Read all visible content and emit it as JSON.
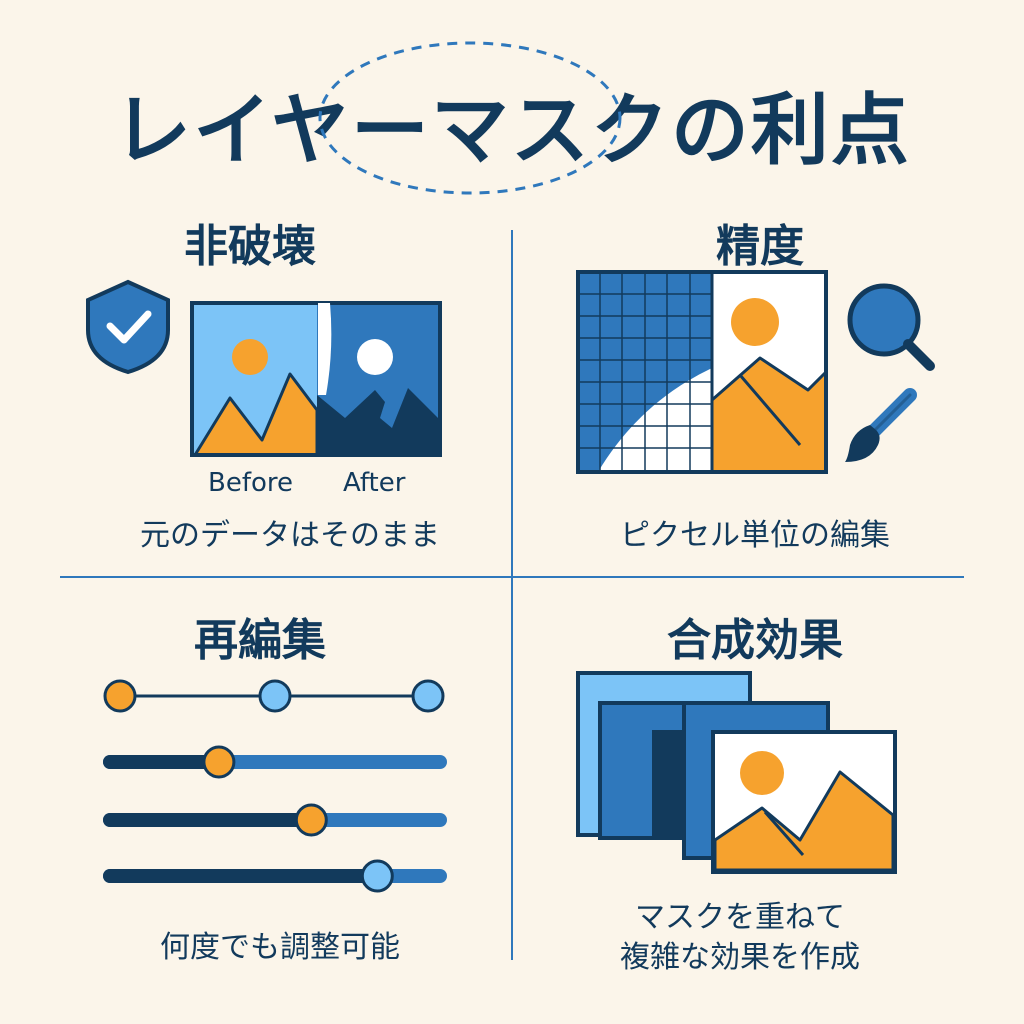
{
  "title": "レイヤーマスクの利点",
  "quadrants": [
    {
      "heading": "非破壊",
      "before_label": "Before",
      "after_label": "After",
      "caption": "元のデータはそのまま"
    },
    {
      "heading": "精度",
      "caption": "ピクセル単位の編集"
    },
    {
      "heading": "再編集",
      "caption": "何度でも調整可能",
      "sliders": [
        0.05,
        0.33,
        0.61,
        0.81
      ]
    },
    {
      "heading": "合成効果",
      "caption_line1": "マスクを重ねて",
      "caption_line2": "複雑な効果を作成"
    }
  ],
  "colors": {
    "background": "#FBF5EA",
    "navy": "#123A5C",
    "blue": "#2F78BC",
    "light_blue": "#7CC4F7",
    "orange": "#F6A22E",
    "white": "#FFFFFF"
  }
}
